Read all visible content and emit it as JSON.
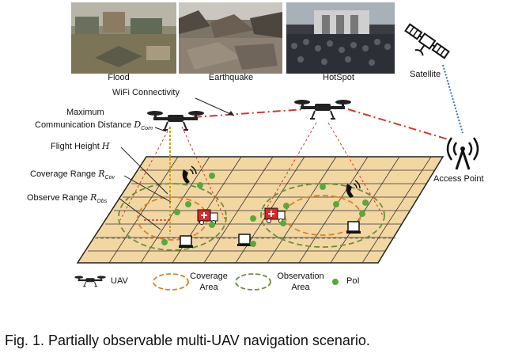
{
  "photos": [
    {
      "label": "Flood"
    },
    {
      "label": "Earthquake"
    },
    {
      "label": "HotSpot"
    }
  ],
  "satellite_label": "Satellite",
  "wifi_label": "WiFi Connectivity",
  "access_point_label": "Access Point",
  "max_comm_label_line1": "Maximum",
  "max_comm_label_line2": "Communication Distance",
  "max_comm_symbol": "D",
  "max_comm_sub": "Com",
  "flight_height_label": "Flight Height",
  "flight_height_symbol": "H",
  "coverage_range_label": "Coverage Range",
  "coverage_symbol": "R",
  "coverage_sub": "Cov",
  "observe_range_label": "Observe Range",
  "observe_symbol": "R",
  "observe_sub": "Obs",
  "legend": {
    "uav": "UAV",
    "coverage_line1": "Coverage",
    "coverage_line2": "Area",
    "observation_line1": "Observation",
    "observation_line2": "Area",
    "poi": "PoI"
  },
  "caption": "Fig. 1. Partially observable multi-UAV navigation scenario.",
  "colors": {
    "ground": "#f3d7a3",
    "coverage": "#d9822b",
    "observation": "#6a8f3a",
    "link": "#d03a2a",
    "satellite_link": "#3a6fc4",
    "poi": "#5aa83c"
  },
  "icons": [
    "uav-icon",
    "satellite-icon",
    "access-point-icon",
    "phone-icon",
    "laptop-icon",
    "ambulance-icon"
  ]
}
